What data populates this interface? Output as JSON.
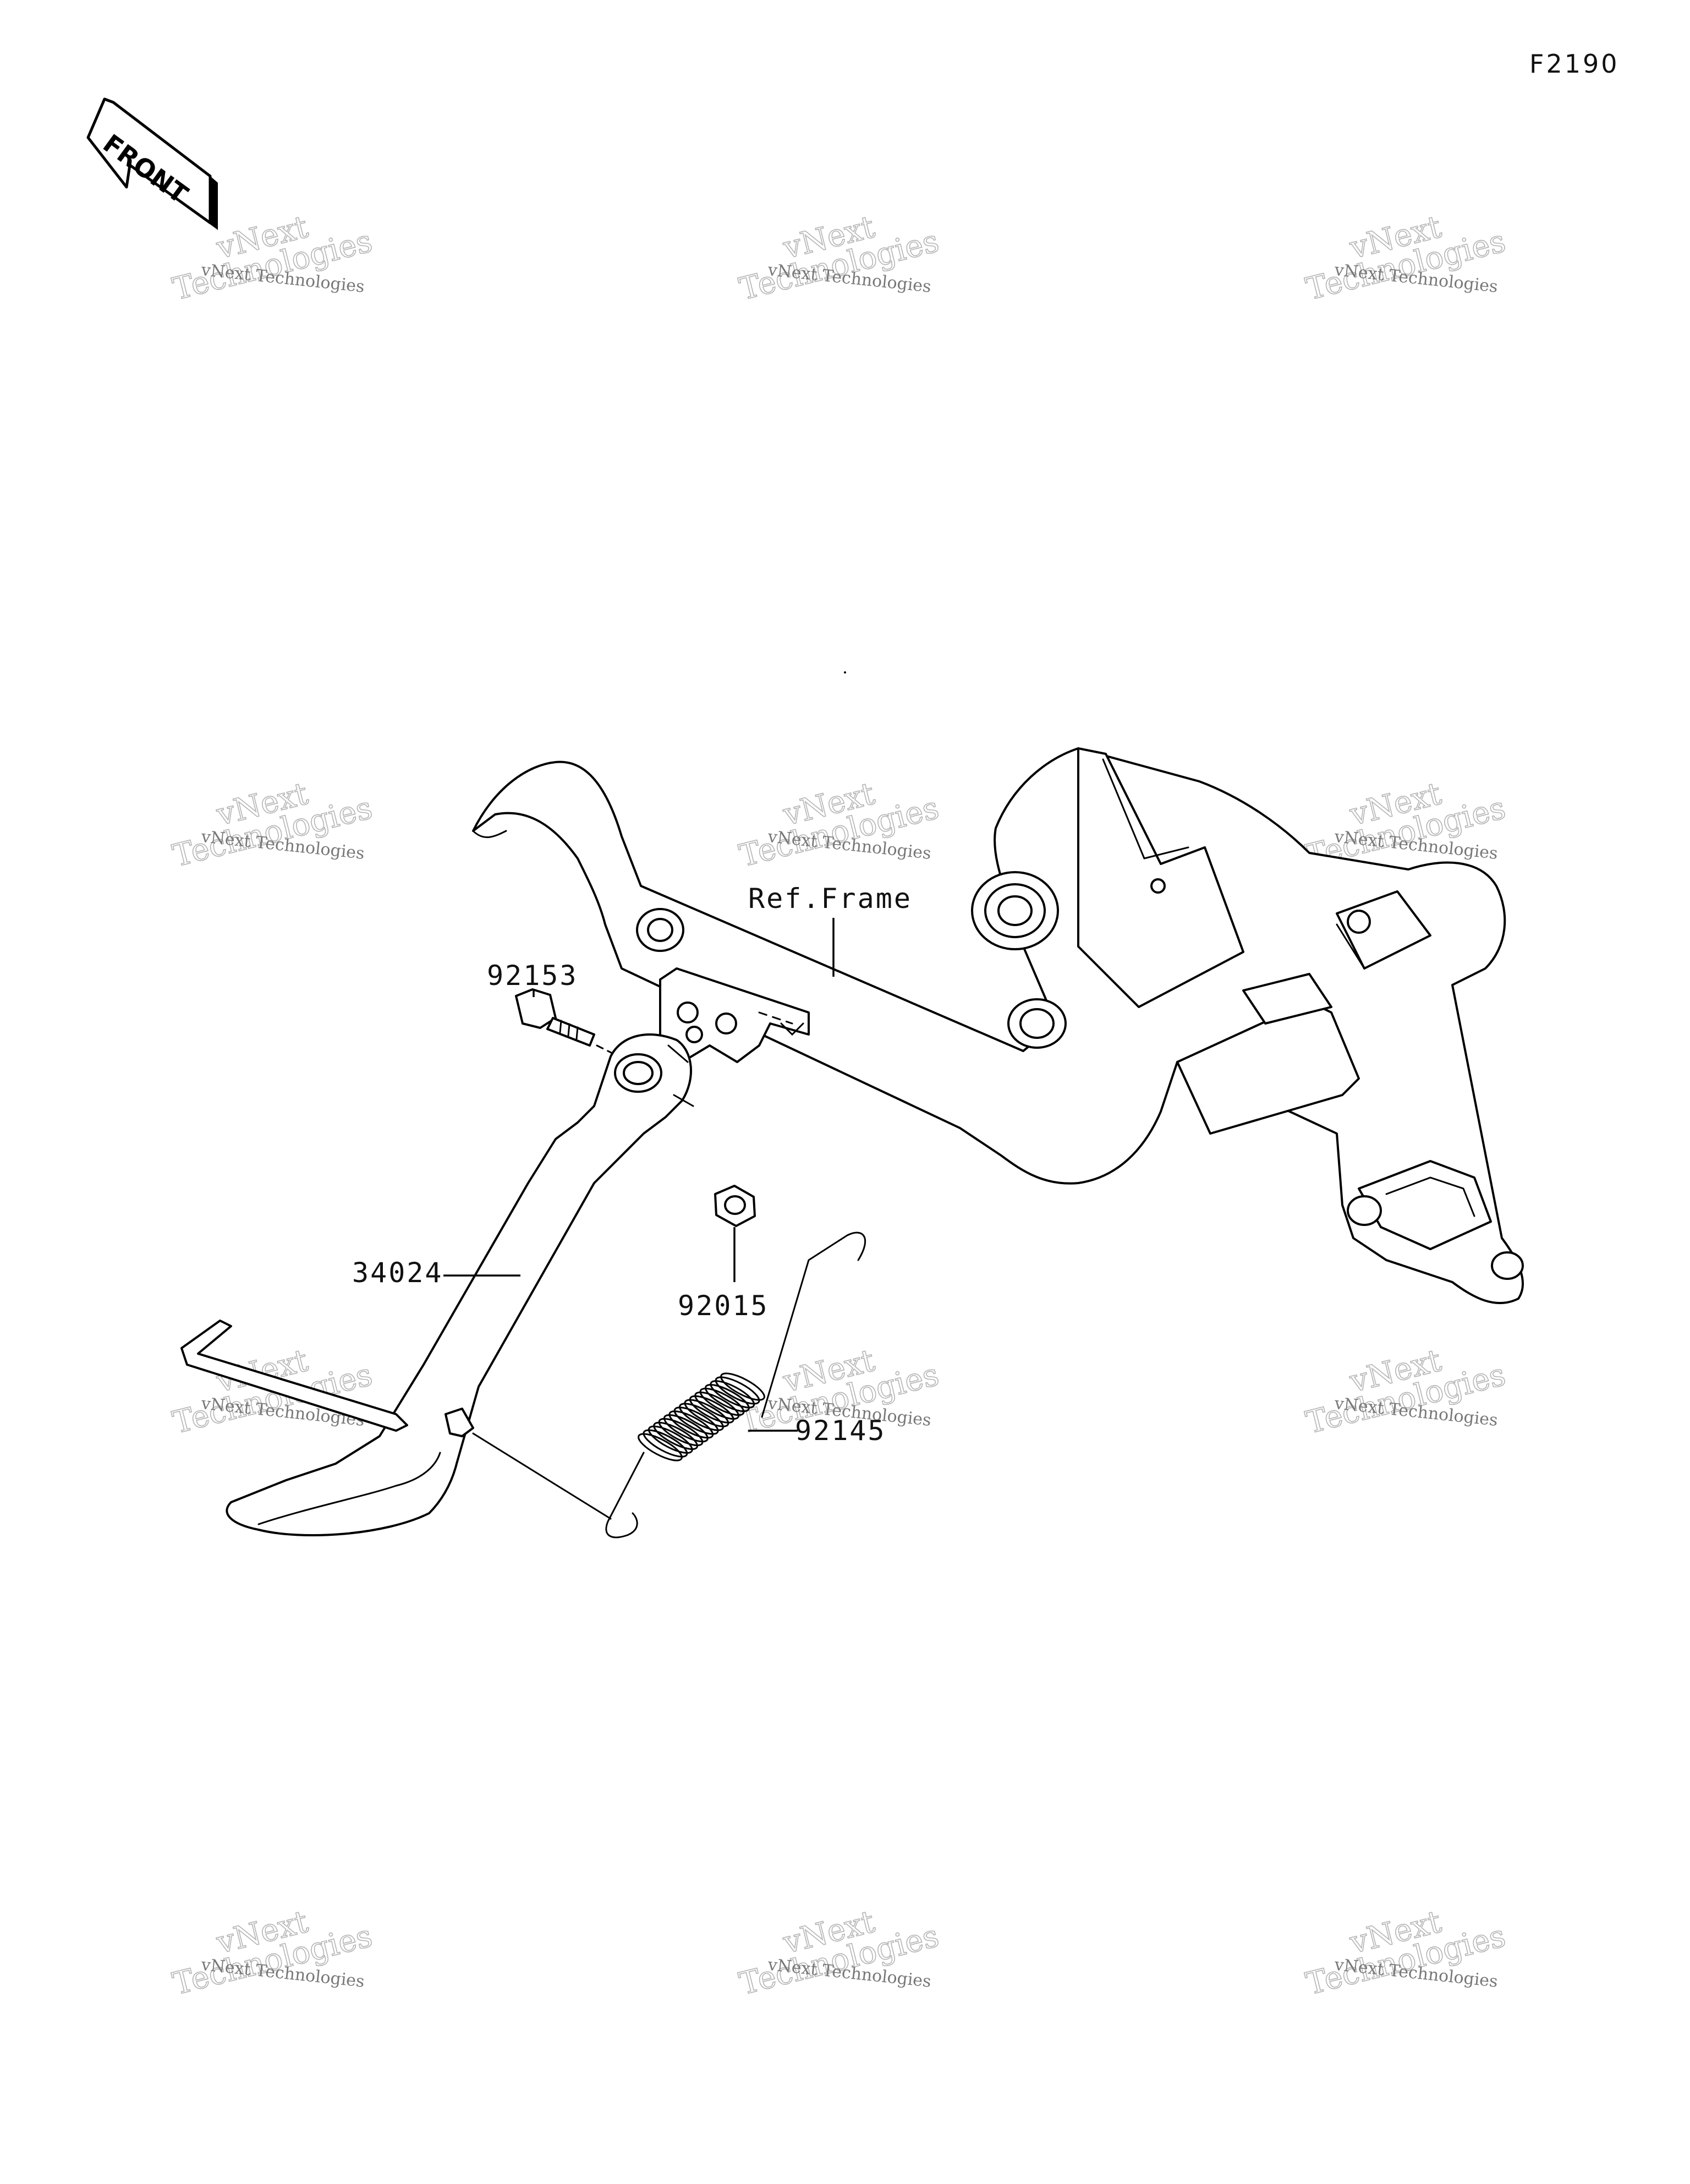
{
  "figure_code": "F2190",
  "front_arrow": {
    "label": "FRONT",
    "icon": "front-direction-arrow-icon"
  },
  "ref_label": "Ref.Frame",
  "parts": [
    {
      "number": "92153"
    },
    {
      "number": "34024"
    },
    {
      "number": "92015"
    },
    {
      "number": "92145"
    }
  ],
  "watermark": {
    "line1": "vNext Technologies",
    "line2_a": "vNext",
    "line2_b": "Technologies"
  }
}
